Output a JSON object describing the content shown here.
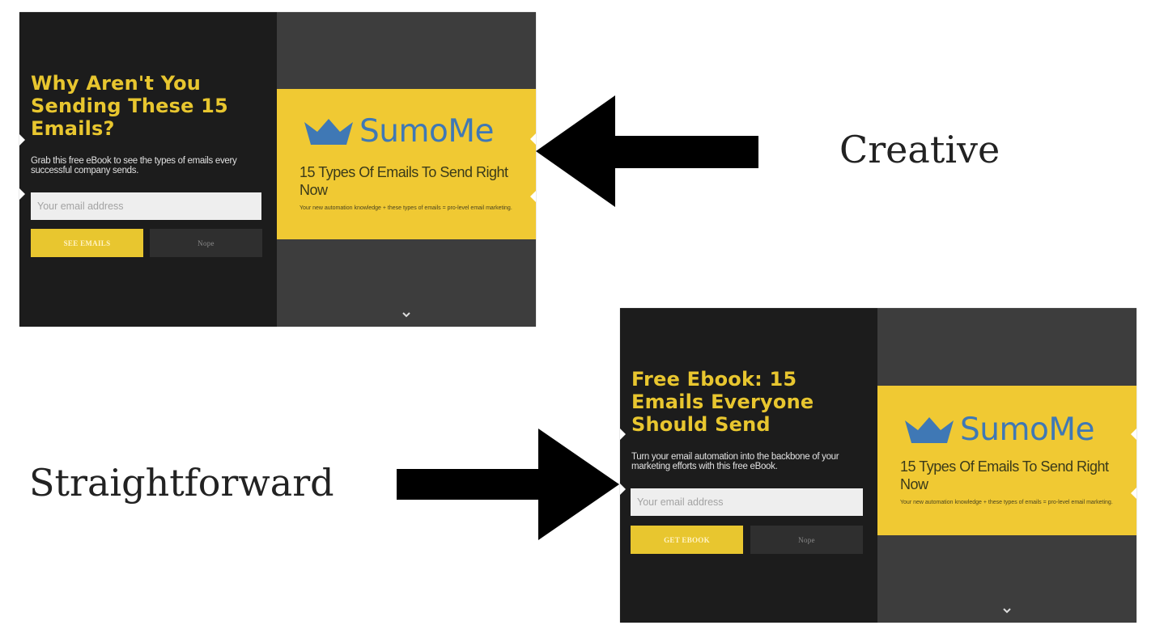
{
  "labels": {
    "creative": "Creative",
    "straightforward": "Straightforward"
  },
  "variants": [
    {
      "id": "creative",
      "headline": "Why Aren't You Sending These 15 Emails?",
      "subtext": "Grab this free eBook to see the types of emails every successful company sends.",
      "email_placeholder": "Your email address",
      "cta_label": "SEE EMAILS",
      "decline_label": "Nope",
      "brand": "SumoMe",
      "ebook_title": "15 Types Of Emails To Send Right Now",
      "ebook_subtitle": "Your new automation knowledge + these types of emails = pro-level email marketing.",
      "icons": {
        "logo": "crown-icon",
        "scroll": "chevron-down-icon"
      }
    },
    {
      "id": "straightforward",
      "headline": "Free Ebook: 15 Emails Everyone Should Send",
      "subtext": "Turn your email automation into the backbone of your marketing efforts with this free eBook.",
      "email_placeholder": "Your email address",
      "cta_label": "GET EBOOK",
      "decline_label": "Nope",
      "brand": "SumoMe",
      "ebook_title": "15 Types Of Emails To Send Right Now",
      "ebook_subtitle": "Your new automation knowledge + these types of emails = pro-level email marketing.",
      "icons": {
        "logo": "crown-icon",
        "scroll": "chevron-down-icon"
      }
    }
  ],
  "colors": {
    "accent_yellow": "#e8c62f",
    "panel_yellow": "#f0c933",
    "brand_blue": "#3f78b5",
    "dark_bg": "#1c1c1c",
    "right_bg": "#3d3d3d"
  }
}
